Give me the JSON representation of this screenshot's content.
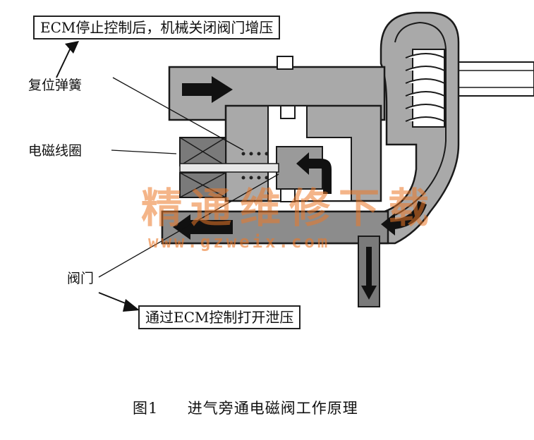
{
  "labels": {
    "top_box": "ECM停止控制后，机械关闭阀门增压",
    "reset_spring": "复位弹簧",
    "solenoid_coil": "电磁线圈",
    "valve": "阀门",
    "bottom_box": "通过ECM控制打开泄压"
  },
  "caption": {
    "figure_no": "图1",
    "title": "进气旁通电磁阀工作原理"
  },
  "watermark": {
    "cn": "精通维修下载",
    "url": "www.gzweix.com"
  },
  "colors": {
    "pipe_fill": "#a9a9a9",
    "pipe_dark": "#6e6e6e",
    "outline": "#1a1a1a",
    "watermark": "#eb7828"
  }
}
